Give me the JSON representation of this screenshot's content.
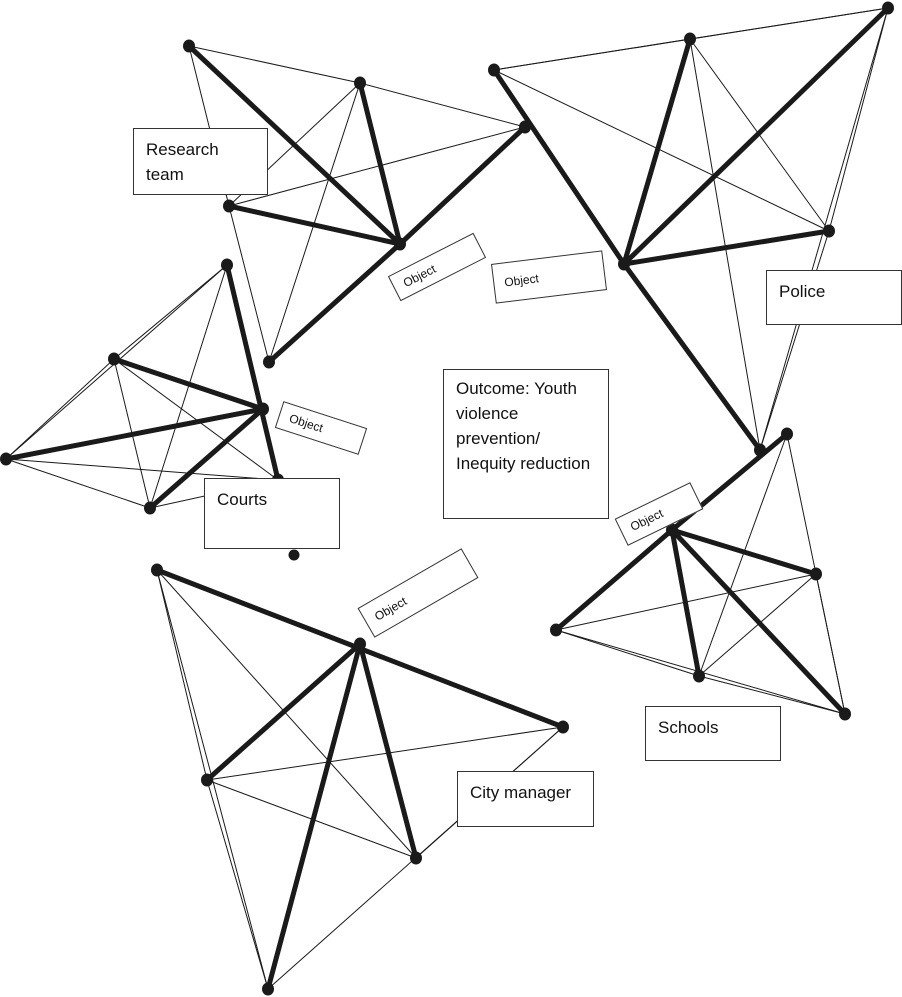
{
  "outcome": {
    "text": "Outcome: Youth violence prevention/ Inequity reduction"
  },
  "clusters": [
    {
      "id": "research-team",
      "label": "Research team"
    },
    {
      "id": "police",
      "label": "Police"
    },
    {
      "id": "courts",
      "label": "Courts"
    },
    {
      "id": "schools",
      "label": "Schools"
    },
    {
      "id": "city-manager",
      "label": "City manager"
    }
  ],
  "objects": [
    {
      "label": "Object"
    },
    {
      "label": "Object"
    },
    {
      "label": "Object"
    },
    {
      "label": "Object"
    },
    {
      "label": "Object"
    }
  ],
  "colors": {
    "ink": "#1a1a1a",
    "background": "#ffffff"
  }
}
